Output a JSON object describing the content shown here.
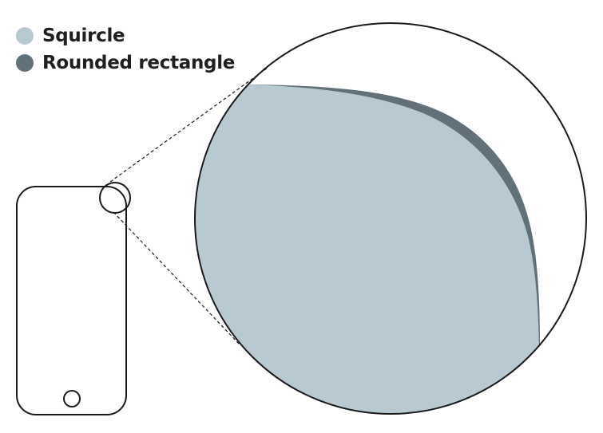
{
  "legend": [
    {
      "label": "Squircle",
      "color": "#b9c9d2",
      "shape_icon": "squircle-swatch-icon"
    },
    {
      "label": "Rounded rectangle",
      "color": "#617079",
      "shape_icon": "rounded-rectangle-swatch-icon"
    }
  ],
  "colors": {
    "squircle_fill": "#b9c9d2",
    "rounded_rectangle_fill": "#617079",
    "outline": "#1a1a1a",
    "background": "#ffffff"
  },
  "icons": [
    "phone-outline-icon",
    "home-button-icon",
    "magnifier-lens-icon",
    "zoom-guide-lines"
  ]
}
